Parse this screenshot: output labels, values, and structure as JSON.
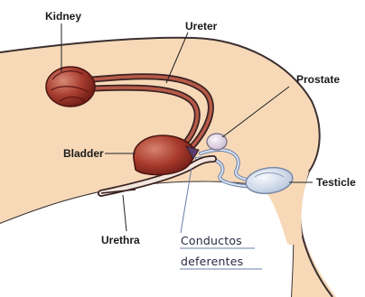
{
  "labels": {
    "kidney": "Kidney",
    "ureter": "Ureter",
    "prostate": "Prostate",
    "bladder": "Bladder",
    "testicle": "Testicle",
    "urethra": "Urethra",
    "ductus_line1": "Conductos",
    "ductus_line2": "deferentes"
  },
  "colors": {
    "body_fill": "#f7d9b8",
    "organ_red": "#9b3026",
    "prostate_fill": "#e7dcea",
    "testicle_fill": "#d9e3f0",
    "duct_blue": "#8ea3c8",
    "handwriting_line": "#6a7fa8"
  }
}
